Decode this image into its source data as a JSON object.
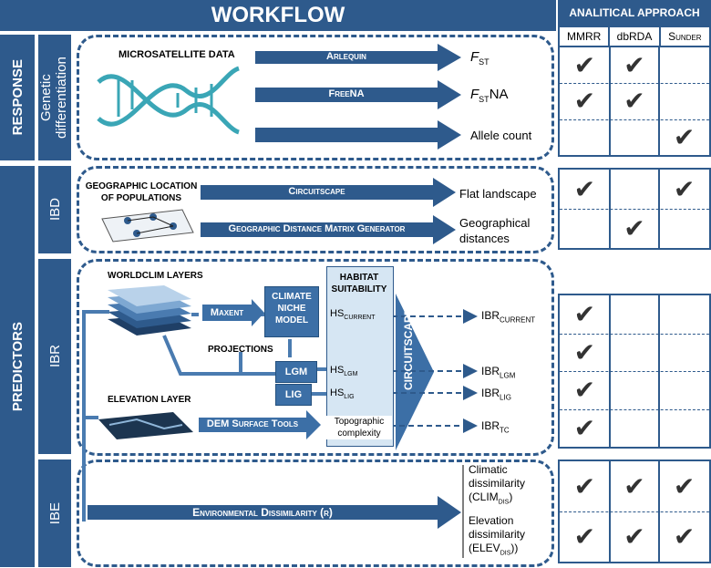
{
  "title": "WORKFLOW",
  "approach": {
    "title": "ANALITICAL APPROACH",
    "cols": [
      "MMRR",
      "dbRDA",
      "Sunder"
    ]
  },
  "side": {
    "response": "RESPONSE",
    "predictors": "PREDICTORS"
  },
  "groups": {
    "genetic": "Genetic differentiation",
    "ibd": "IBD",
    "ibr": "IBR",
    "ibe": "IBE"
  },
  "response": {
    "data_label": "MICROSATELLITE DATA",
    "arlequin": "Arlequin",
    "freena": "FreeNA",
    "fst": "F",
    "fst_sub": "ST",
    "fstna": "F",
    "fstna_sub": "ST",
    "fstna_suffix": "NA",
    "allele": "Allele count"
  },
  "ibd": {
    "geo_label_1": "GEOGRAPHIC LOCATION",
    "geo_label_2": "OF POPULATIONS",
    "circuitscape": "Circuitscape",
    "gdmg": "Geographic Distance Matrix Generator",
    "flat": "Flat landscape",
    "geo_dist_1": "Geographical",
    "geo_dist_2": "distances"
  },
  "ibr": {
    "worldclim": "WORLDCLIM LAYERS",
    "maxent": "Maxent",
    "climate_model_1": "CLIMATE",
    "climate_model_2": "NICHE",
    "climate_model_3": "MODEL",
    "habitat_1": "HABITAT",
    "habitat_2": "SUITABILITY",
    "projections": "PROJECTIONS",
    "lgm": "LGM",
    "lig": "LIG",
    "hs": "HS",
    "hs_current": "CURRENT",
    "hs_lgm": "LGM",
    "hs_lig": "LIG",
    "circuitscape_v": "CIRCUITSCAPE",
    "elevation": "ELEVATION LAYER",
    "dem": "DEM Surface Tools",
    "topo_1": "Topographic",
    "topo_2": "complexity",
    "ibr": "IBR",
    "ibr_current": "CURRENT",
    "ibr_lgm": "LGM",
    "ibr_lig": "LIG",
    "ibr_tc": "TC"
  },
  "ibe": {
    "env": "Environmental Dissimilarity (r)",
    "clim_1": "Climatic",
    "clim_2": "dissimilarity",
    "clim_3": "(CLIM",
    "clim_sub": "DIS",
    "clim_end": ")",
    "elev_1": "Elevation",
    "elev_2": "dissimilarity",
    "elev_3": "(ELEV",
    "elev_sub": "DIS",
    "elev_end": "))"
  },
  "check_glyph": "✔",
  "checks": {
    "response": [
      [
        true,
        true,
        false
      ],
      [
        true,
        true,
        false
      ],
      [
        false,
        false,
        true
      ]
    ],
    "ibd": [
      [
        true,
        false,
        true
      ],
      [
        false,
        true,
        false
      ]
    ],
    "ibr": [
      [
        true,
        false,
        false
      ],
      [
        true,
        false,
        false
      ],
      [
        true,
        false,
        false
      ],
      [
        true,
        false,
        false
      ]
    ],
    "ibe": [
      [
        true,
        true,
        true
      ],
      [
        true,
        true,
        true
      ]
    ]
  }
}
